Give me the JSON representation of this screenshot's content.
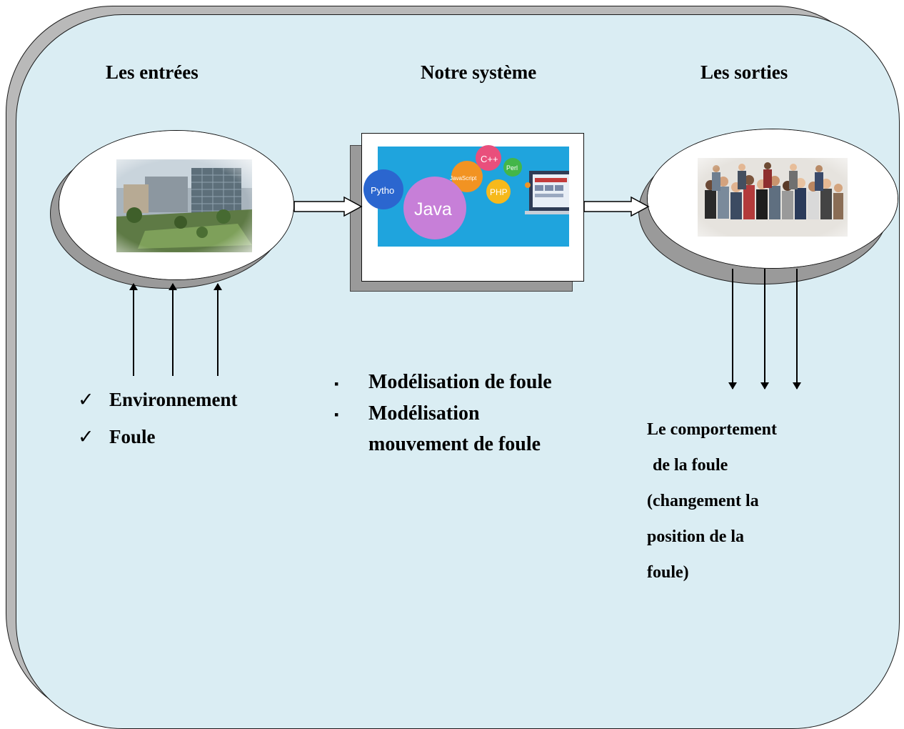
{
  "headings": {
    "inputs": "Les entrées",
    "system": "Notre système",
    "outputs": "Les sorties"
  },
  "inputs_list": {
    "items": [
      "Environnement",
      "Foule"
    ],
    "bullet": "✓"
  },
  "system_list": {
    "items": [
      "Modélisation de foule",
      "Modélisation",
      "mouvement de foule"
    ],
    "bullet": "▪"
  },
  "system_image": {
    "language_labels": [
      "Pytho",
      "Java",
      "JavaScript",
      "C++",
      "Perl",
      "PHP"
    ]
  },
  "outputs_text": {
    "lines": [
      "Le comportement",
      "de la foule",
      "(changement la",
      "position de la",
      "foule)"
    ]
  },
  "colors": {
    "background": "#daedf3",
    "frame_shadow": "#b9b9b9",
    "node_shadow": "#9a9a9a"
  }
}
